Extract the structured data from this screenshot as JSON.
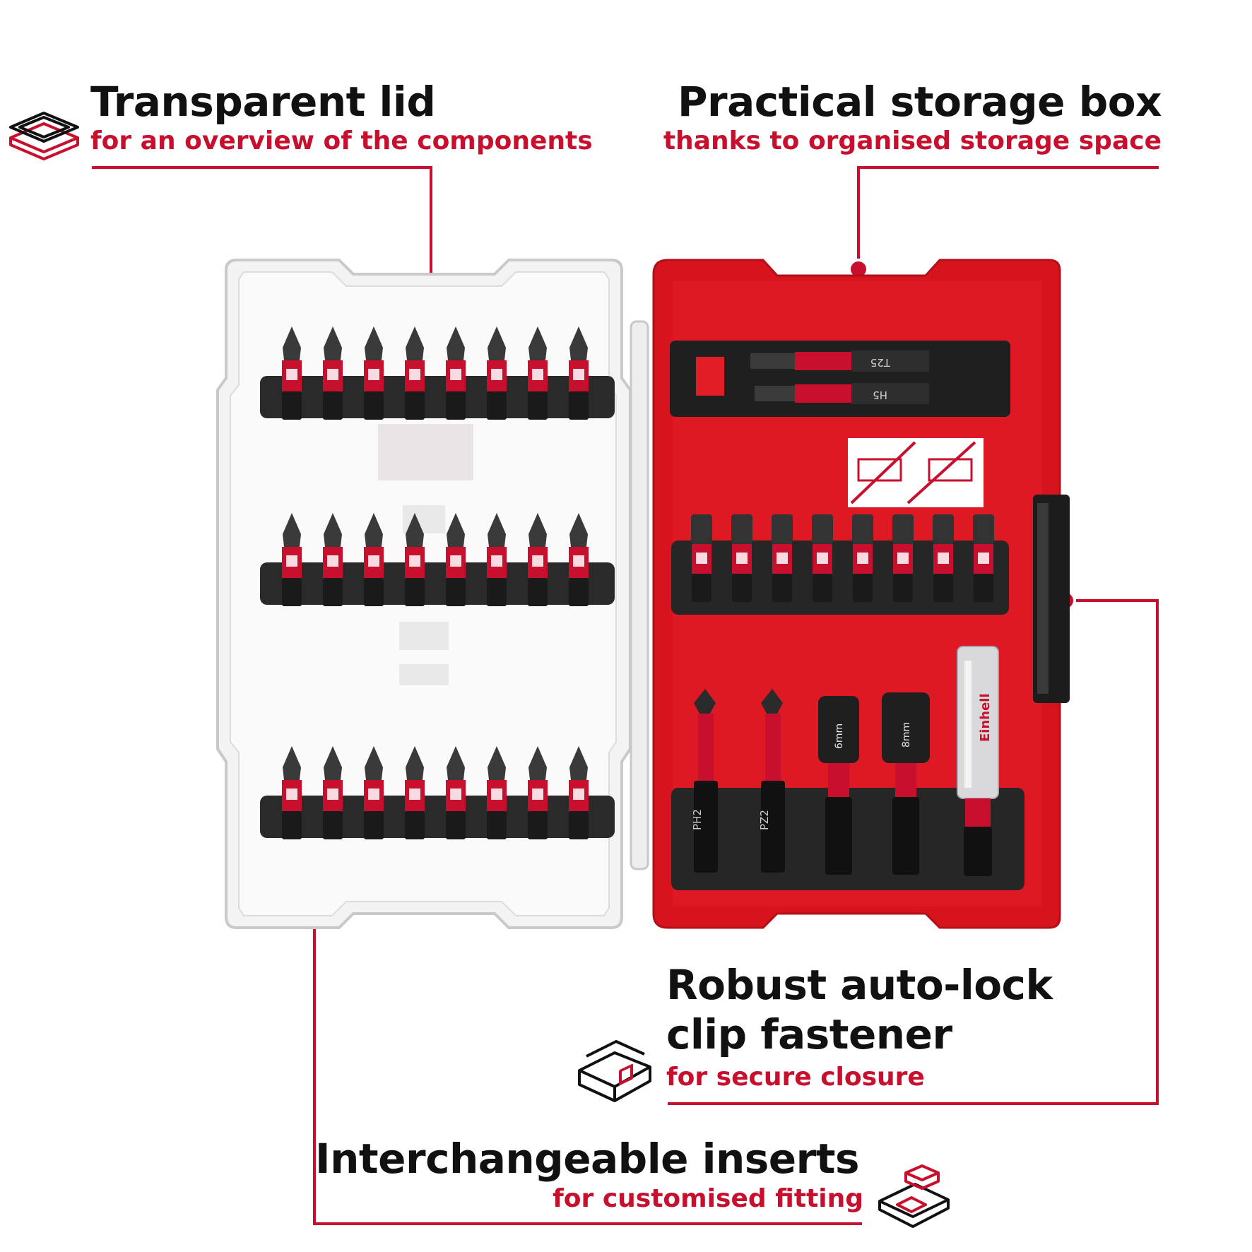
{
  "callouts": {
    "transparent_lid": {
      "title": "Transparent lid",
      "subtitle": "for an overview of the components"
    },
    "storage_box": {
      "title": "Practical storage box",
      "subtitle": "thanks to organised storage space"
    },
    "clip_fastener": {
      "title_line1": "Robust auto-lock",
      "title_line2": "clip fastener",
      "subtitle": "for secure closure"
    },
    "inserts": {
      "title": "Interchangeable inserts",
      "subtitle": "for customised fitting"
    }
  },
  "product": {
    "bit_labels_top": [
      "T25",
      "H5"
    ],
    "socket_labels": [
      "6mm",
      "8mm"
    ],
    "bit_labels_bottom": [
      "PH2",
      "PZ2"
    ],
    "brand_mark": "Einhell"
  },
  "colors": {
    "brand_red": "#c8102e",
    "box_red": "#d7141e",
    "text_dark": "#111111",
    "bit_black": "#2b2b2b"
  }
}
